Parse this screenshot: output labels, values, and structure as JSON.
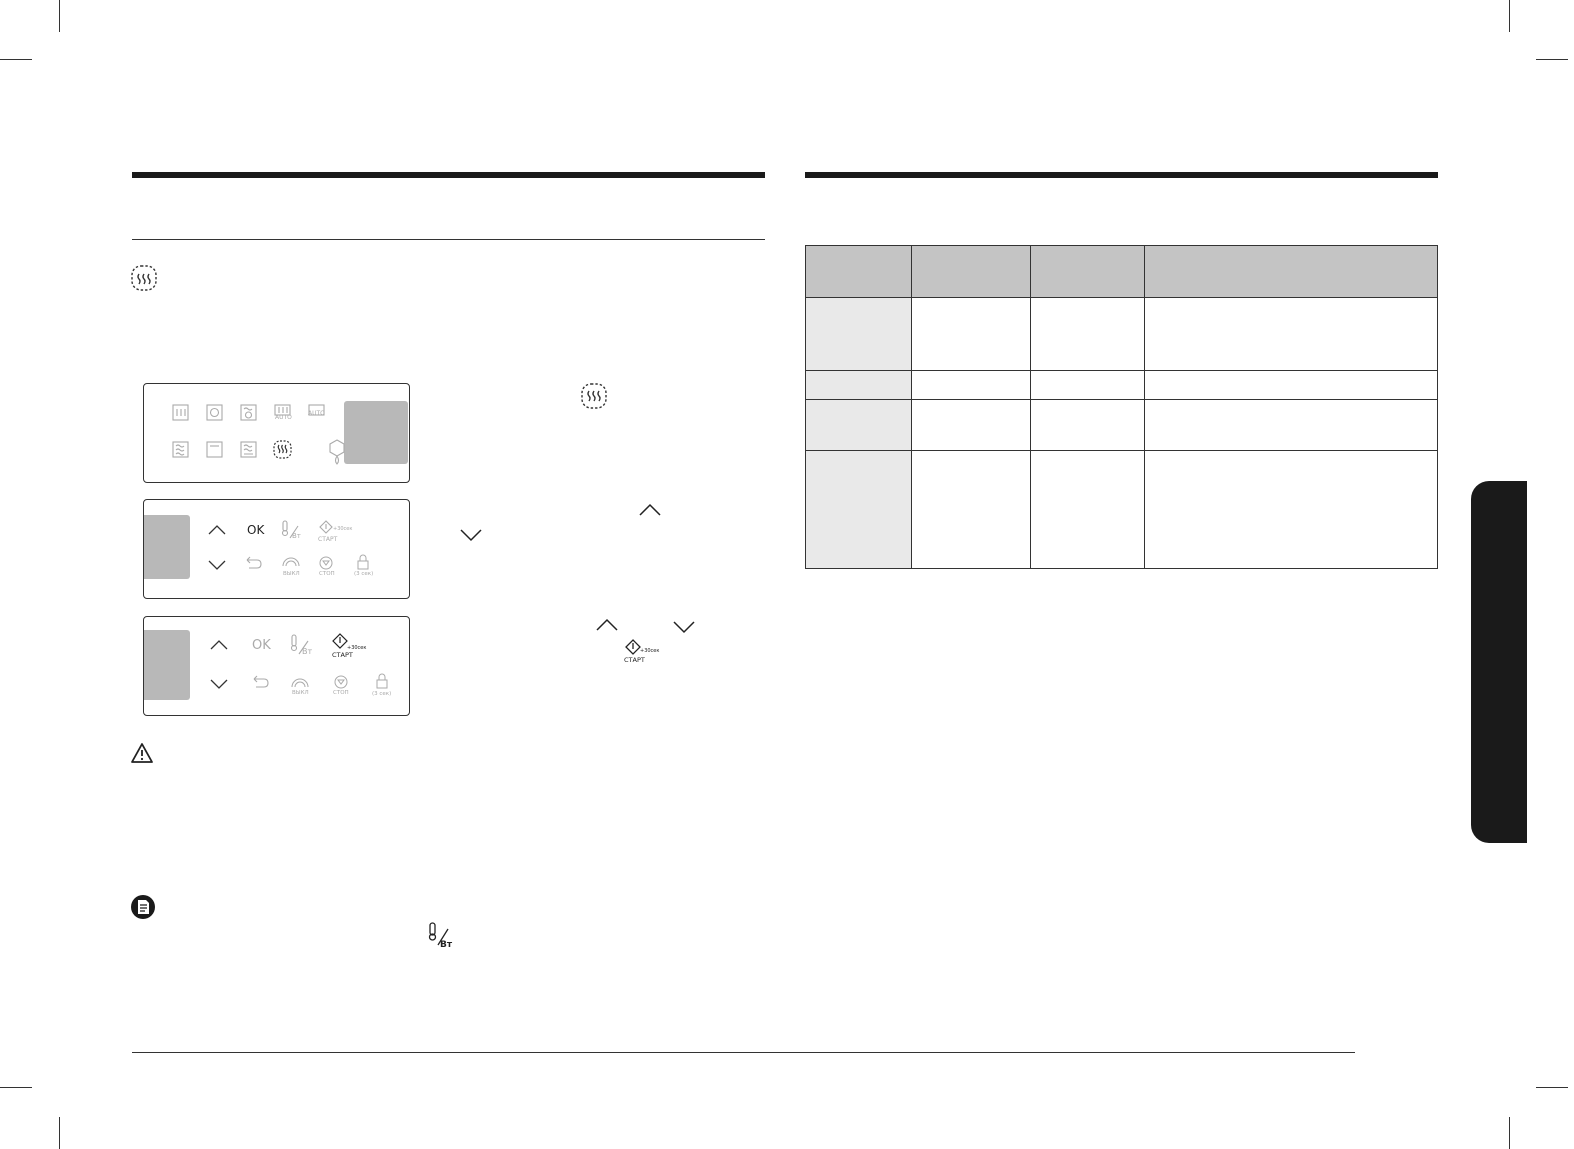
{
  "icons": {
    "steam_mode": "steam-heat-icon",
    "warning": "warning-triangle-icon",
    "note": "note-document-icon",
    "arrow_up": "chevron-up-icon",
    "arrow_down": "chevron-down-icon",
    "temp_power": "thermometer-watt-icon",
    "start": "start-diamond-icon"
  },
  "panel_mode": {
    "auto_label_1": "AUTO",
    "auto_label_2": "AUTO"
  },
  "panel_control_1": {
    "ok_label": "OK",
    "temp_unit": "Вт",
    "start_timer": "+30сек",
    "start_label": "СТАРТ",
    "off_label": "ВЫКЛ",
    "stop_label": "СТОП",
    "lock_label": "(3 сек)"
  },
  "panel_control_2": {
    "ok_label": "OK",
    "temp_unit": "Вт",
    "start_timer": "+30сек",
    "start_label": "СТАРТ",
    "off_label": "ВЫКЛ",
    "stop_label": "СТОП",
    "lock_label": "(3 сек)"
  },
  "inline": {
    "start_timer": "+30сек",
    "start_label": "СТАРТ",
    "temp_unit": "Вт"
  },
  "colors": {
    "rule": "#1a1a1a",
    "table_header": "#c4c4c4",
    "table_first_col": "#e9e9e9",
    "placeholder_box": "#b8b8b8",
    "side_tab": "#1a1a1a"
  }
}
